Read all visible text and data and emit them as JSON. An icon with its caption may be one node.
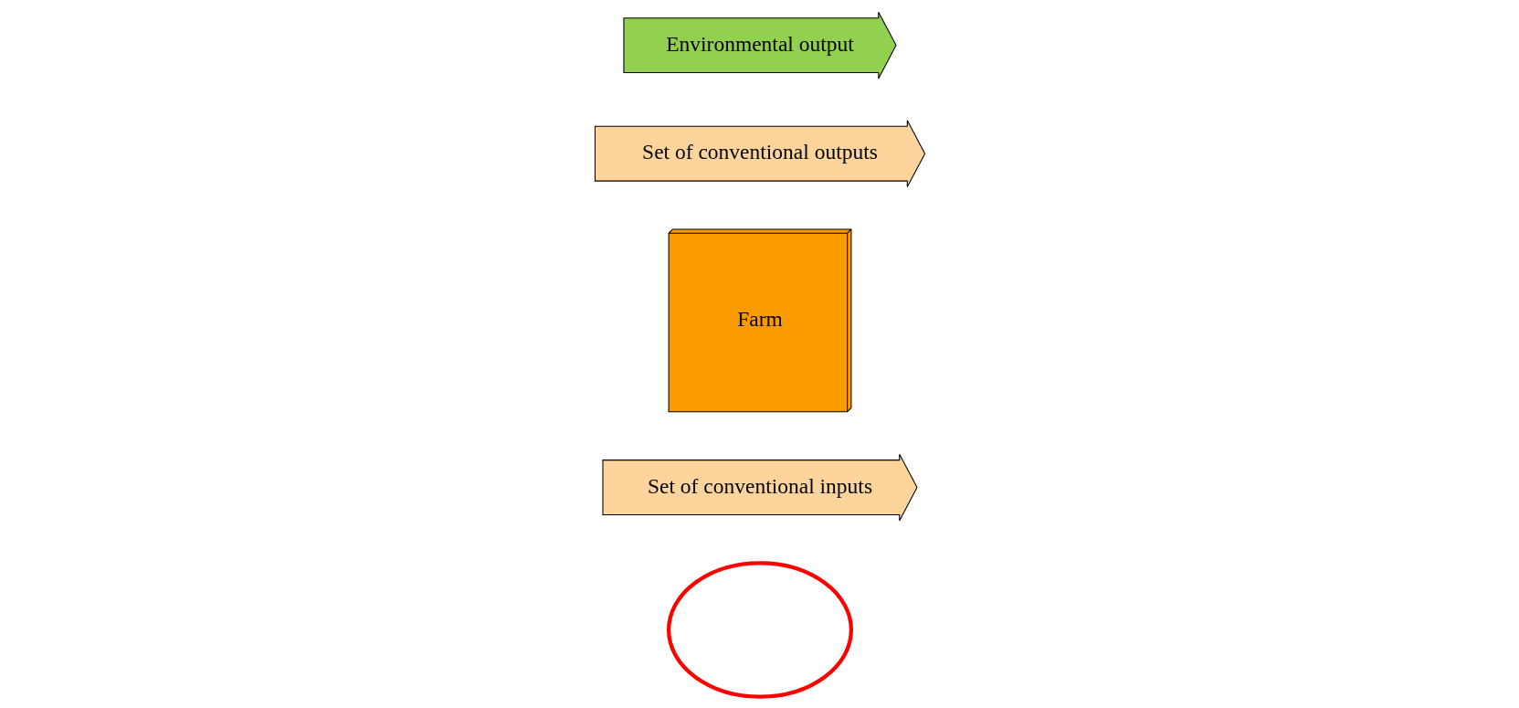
{
  "diagram": {
    "nodes": [
      {
        "text": [],
        "shape": "ellipse"
      },
      {
        "text": [
          "Set of conventional inputs"
        ]
      },
      {
        "text": [
          "Farm"
        ]
      },
      {
        "text": [
          "Set of conventional outputs"
        ]
      },
      {
        "text": [
          "Environmental output"
        ]
      }
    ],
    "edges": []
  }
}
